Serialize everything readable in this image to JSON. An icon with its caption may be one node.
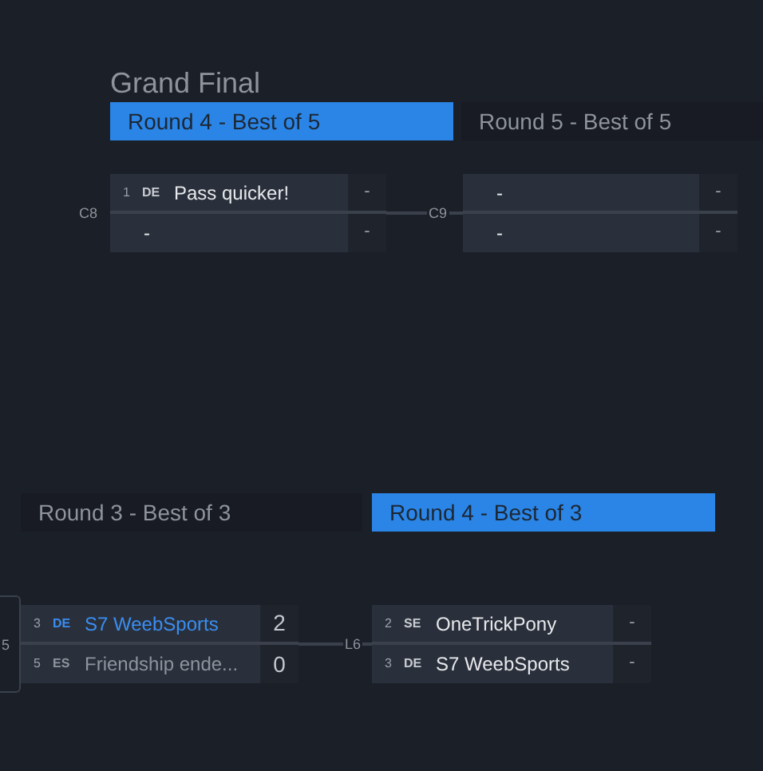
{
  "diagram": {
    "title": "Grand Final",
    "nodes": [
      {
        "text": [
          "Round 4 - Best of 5"
        ]
      },
      {
        "text": [
          "Round 5 - Best of 5"
        ]
      },
      {
        "text": [],
        "shape": "box",
        "beside": [
          "C8"
        ]
      },
      {
        "text": [
          "1",
          "DE",
          "Pass quicker!",
          "-"
        ],
        "in": 2
      },
      {
        "text": [
          "-",
          "-"
        ],
        "in": 2
      },
      {
        "text": [],
        "shape": "box",
        "beside": [
          "C9"
        ]
      },
      {
        "text": [
          "-",
          "-"
        ],
        "in": 5
      },
      {
        "text": [
          "-",
          "-"
        ],
        "in": 5
      },
      {
        "text": [
          "Round 3 - Best of 3"
        ]
      },
      {
        "text": [
          "Round 4 - Best of 3"
        ]
      },
      {
        "text": [
          "5"
        ]
      },
      {
        "text": [],
        "shape": "box"
      },
      {
        "text": [
          "3",
          "DE",
          "S7 WeebSports",
          "2"
        ],
        "in": 11
      },
      {
        "text": [
          "5",
          "ES",
          "Friendship ende...",
          "0"
        ],
        "in": 11
      },
      {
        "text": [],
        "shape": "box",
        "beside": [
          "L6"
        ]
      },
      {
        "text": [
          "2",
          "SE",
          "OneTrickPony",
          "-"
        ],
        "in": 14
      },
      {
        "text": [
          "3",
          "DE",
          "S7 WeebSports",
          "-"
        ],
        "in": 14
      }
    ],
    "edges": [
      {
        "from": 2,
        "to": 5,
        "arrow": "none"
      },
      {
        "from": 11,
        "to": 14,
        "arrow": "none"
      }
    ]
  }
}
